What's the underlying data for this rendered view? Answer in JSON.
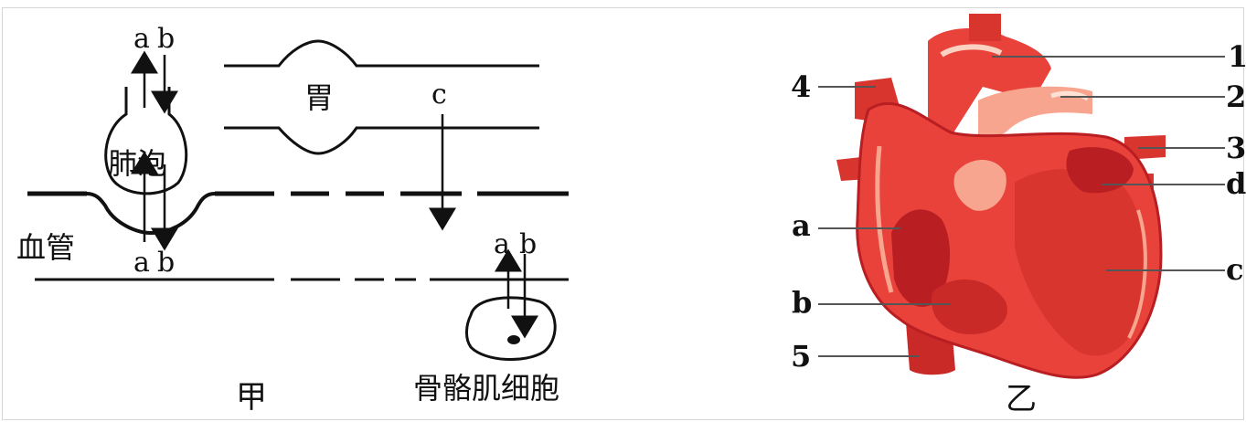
{
  "left_diagram": {
    "caption": "甲",
    "alveolus_label": "肺泡",
    "stomach_label": "胃",
    "vessel_label": "血管",
    "cell_label": "骨骼肌细胞",
    "arrows_top": {
      "a": "a",
      "b": "b"
    },
    "arrows_bottom": {
      "a": "a",
      "b": "b"
    },
    "arrows_cell": {
      "a": "a",
      "b": "b"
    },
    "absorption_label": "c"
  },
  "right_diagram": {
    "caption": "乙",
    "labels_left": [
      "4",
      "a",
      "b",
      "5"
    ],
    "labels_right": [
      "1",
      "2",
      "3",
      "d",
      "c"
    ],
    "colors": {
      "heart_main": "#e8423a",
      "heart_light": "#f7a58e",
      "heart_dark": "#b81e22",
      "line": "#555555"
    }
  }
}
